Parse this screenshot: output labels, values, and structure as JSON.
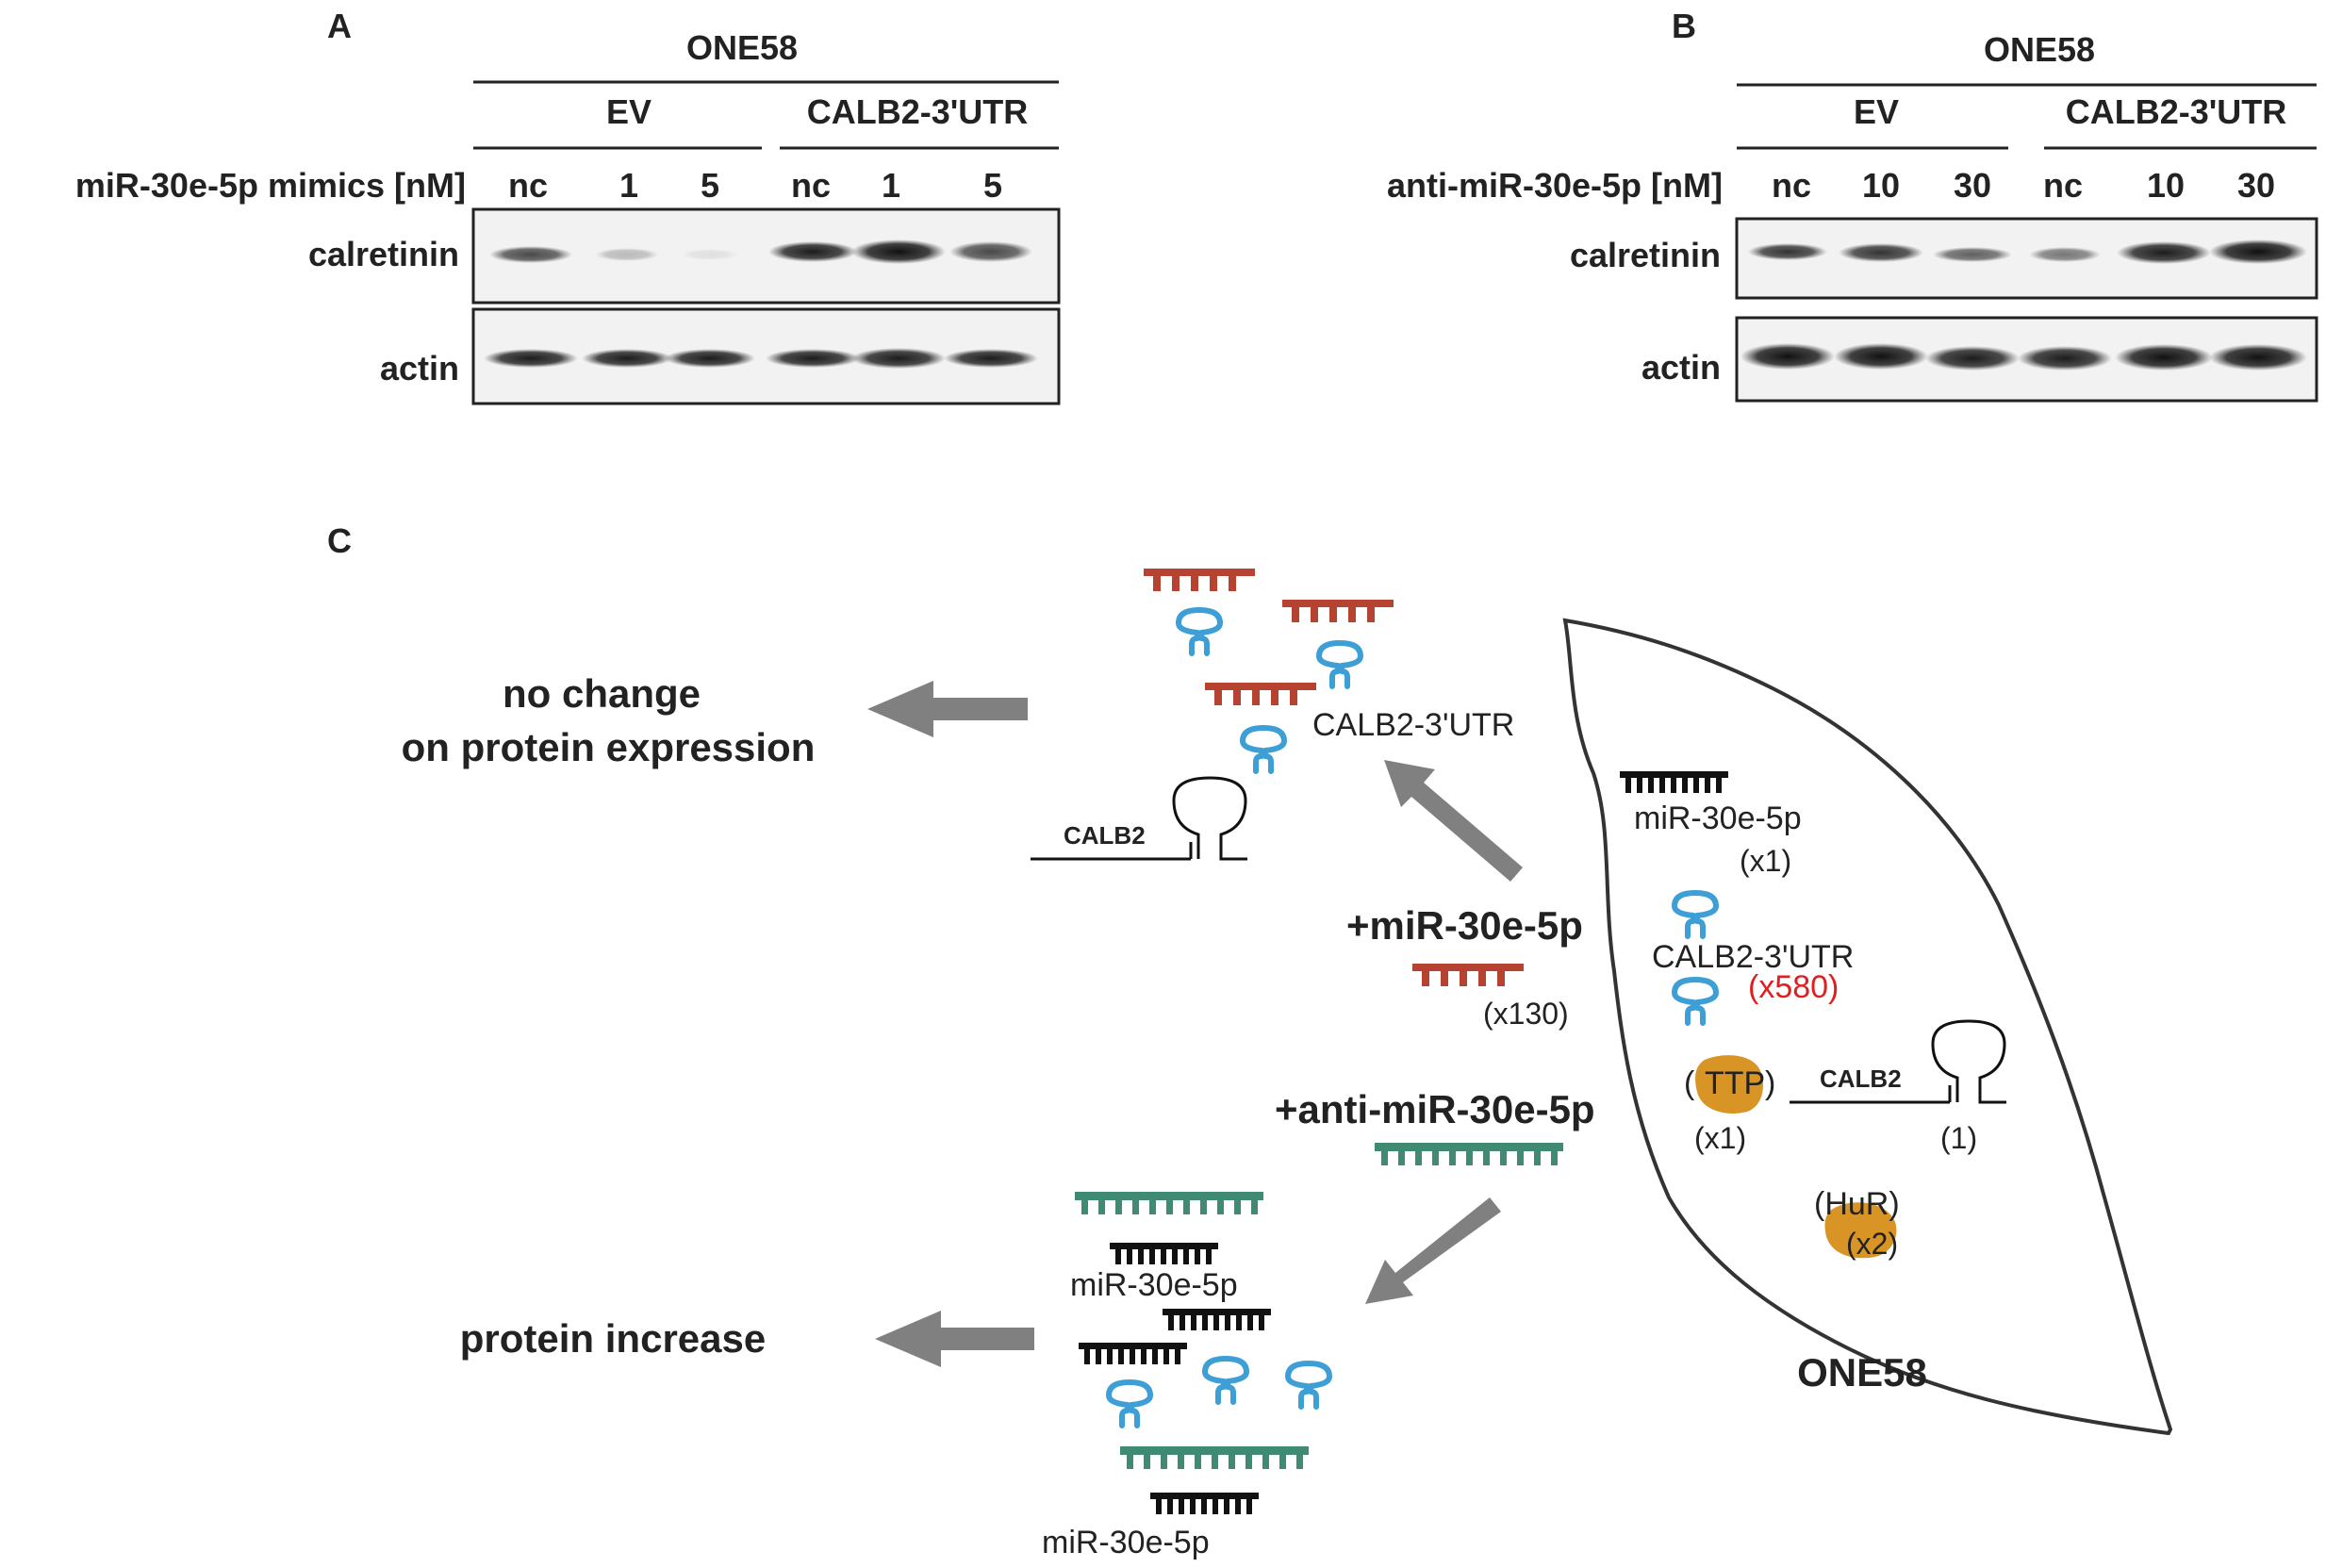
{
  "panel_a": {
    "letter": "A",
    "cell_line": "ONE58",
    "group_ev": "EV",
    "group_utr": "CALB2-3'UTR",
    "treatment_label": "miR-30e-5p mimics [nM]",
    "lanes": [
      "nc",
      "1",
      "5",
      "nc",
      "1",
      "5"
    ],
    "row_calretinin": "calretinin",
    "row_actin": "actin"
  },
  "panel_b": {
    "letter": "B",
    "cell_line": "ONE58",
    "group_ev": "EV",
    "group_utr": "CALB2-3'UTR",
    "treatment_label": "anti-miR-30e-5p [nM]",
    "lanes": [
      "nc",
      "10",
      "30",
      "nc",
      "10",
      "30"
    ],
    "row_calretinin": "calretinin",
    "row_actin": "actin"
  },
  "panel_c": {
    "letter": "C",
    "no_change_line1": "no change",
    "no_change_line2": "on protein expression",
    "protein_increase": "protein increase",
    "utr_label": "CALB2-3'UTR",
    "calb2_gene": "CALB2",
    "plus_mir": "+miR-30e-5p",
    "mir_count": "(x130)",
    "plus_anti": "+anti-miR-30e-5p",
    "mir_label_1": "miR-30e-5p",
    "mir_label_2": "miR-30e-5p",
    "cell": {
      "mir": "miR-30e-5p",
      "mir_count": "(x1)",
      "utr": "CALB2-3'UTR",
      "utr_count": "(x580)",
      "ttp": "TTP",
      "ttp_open": "(",
      "ttp_close": ")",
      "ttp_count": "(x1)",
      "calb2": "CALB2",
      "calb2_count": "(1)",
      "hur": "(HuR)",
      "hur_count": "(x2)",
      "name": "ONE58"
    }
  },
  "colors": {
    "mimic": "#b5432f",
    "anti": "#3f8a72",
    "utr": "#3d9fd6",
    "protein": "#d89526",
    "arrow": "#808080",
    "highlight": "#e02020"
  }
}
